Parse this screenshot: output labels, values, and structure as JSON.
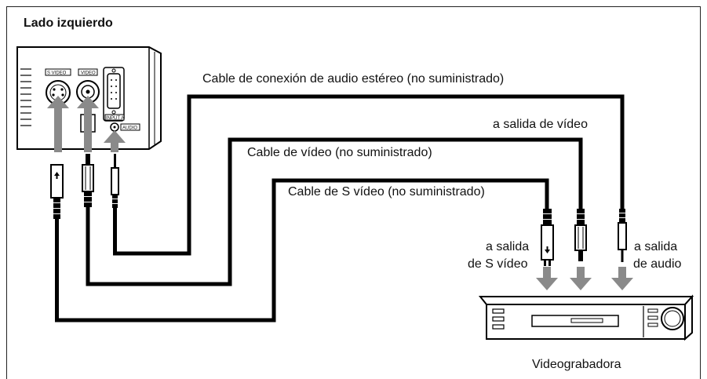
{
  "title": "Lado izquierdo",
  "cables": {
    "audio": "Cable de conexión de audio estéreo (no suministrado)",
    "video": "Cable de vídeo (no suministrado)",
    "svideo": "Cable de S vídeo (no suministrado)"
  },
  "outputs": {
    "video_line1": "a salida de vídeo",
    "svideo_line1": "a salida",
    "svideo_line2": "de S vídeo",
    "audio_line1": "a salida",
    "audio_line2": "de audio"
  },
  "device": {
    "label": "Videograbadora"
  },
  "ports": {
    "svideo": "S VIDEO",
    "video": "VIDEO",
    "input": "INPUT A",
    "audio": "AUDIO"
  }
}
